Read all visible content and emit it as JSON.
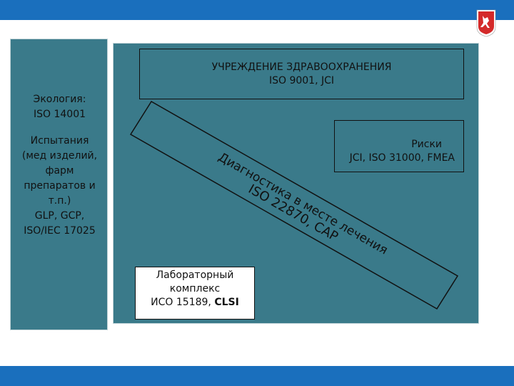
{
  "eco": {
    "line1": "Экология:",
    "line2": "ISO 14001"
  },
  "tests": {
    "line1": "Испытания",
    "line2": "(мед изделий,",
    "line3": "фарм",
    "line4": "препаратов и",
    "line5": "т.п.)",
    "line6": "GLP, GCP,",
    "line7": "ISO/IEC 17025"
  },
  "institution": {
    "line1": "УЧРЕЖДЕНИЕ ЗДРАВООХРАНЕНИЯ",
    "line2": "ISO 9001, JCI"
  },
  "risks": {
    "line1": "Риски",
    "line2": "JCI, ISO 31000, FMEA"
  },
  "diagnostics": {
    "line1": "Диагностика в месте лечения",
    "line2": "ISO 22870, CAP"
  },
  "lab": {
    "line1": "Лабораторный",
    "line2": "комплекс",
    "line3_plain": "ИСО 15189, ",
    "line3_bold": "CLSI"
  },
  "colors": {
    "topbar": "#1a6fbd",
    "panel": "#3a7a8a",
    "crest": "#d42a2a"
  },
  "icons": {
    "crest": "moscow-coat-of-arms-icon"
  }
}
